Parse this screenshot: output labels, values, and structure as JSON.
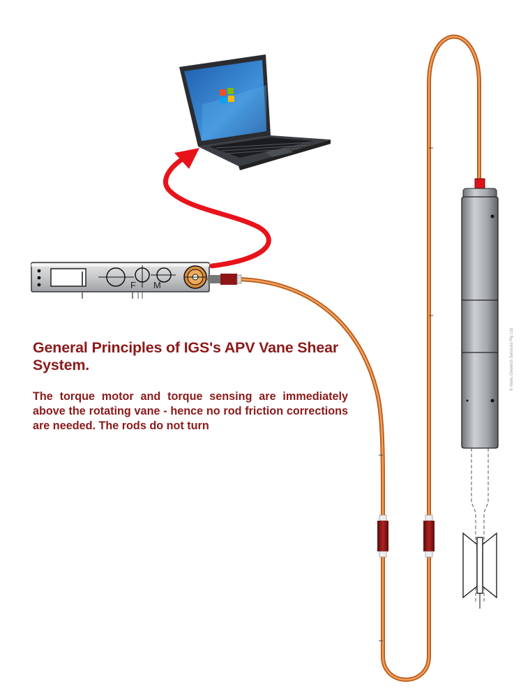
{
  "title": "General Principles of IGS's APV Vane Shear System.",
  "description": "The torque motor and torque sensing are immediately above the rotating vane - hence no rod friction corrections are needed.  The rods do not turn",
  "control_box": {
    "label_f": "F",
    "label_m": "M"
  },
  "copyright": "© Insitu Geotech Services Pty Ltd",
  "colors": {
    "title_text": "#8b1a1a",
    "data_link": "#e8131a",
    "cable": "#c8691e",
    "probe_body": "#a9adb1"
  },
  "icons": [
    "laptop-icon",
    "windows-logo-icon",
    "control-box-icon",
    "vane-probe-icon"
  ]
}
